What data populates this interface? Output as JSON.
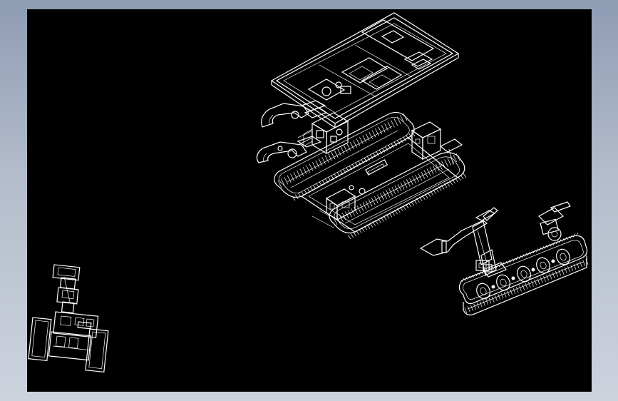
{
  "window": {
    "frame_color": "#9aa6bb",
    "canvas_background": "#000000",
    "line_color": "#ffffff"
  },
  "drawing": {
    "description_icons": [
      "exploded-assembly",
      "side-view",
      "front-view"
    ]
  }
}
